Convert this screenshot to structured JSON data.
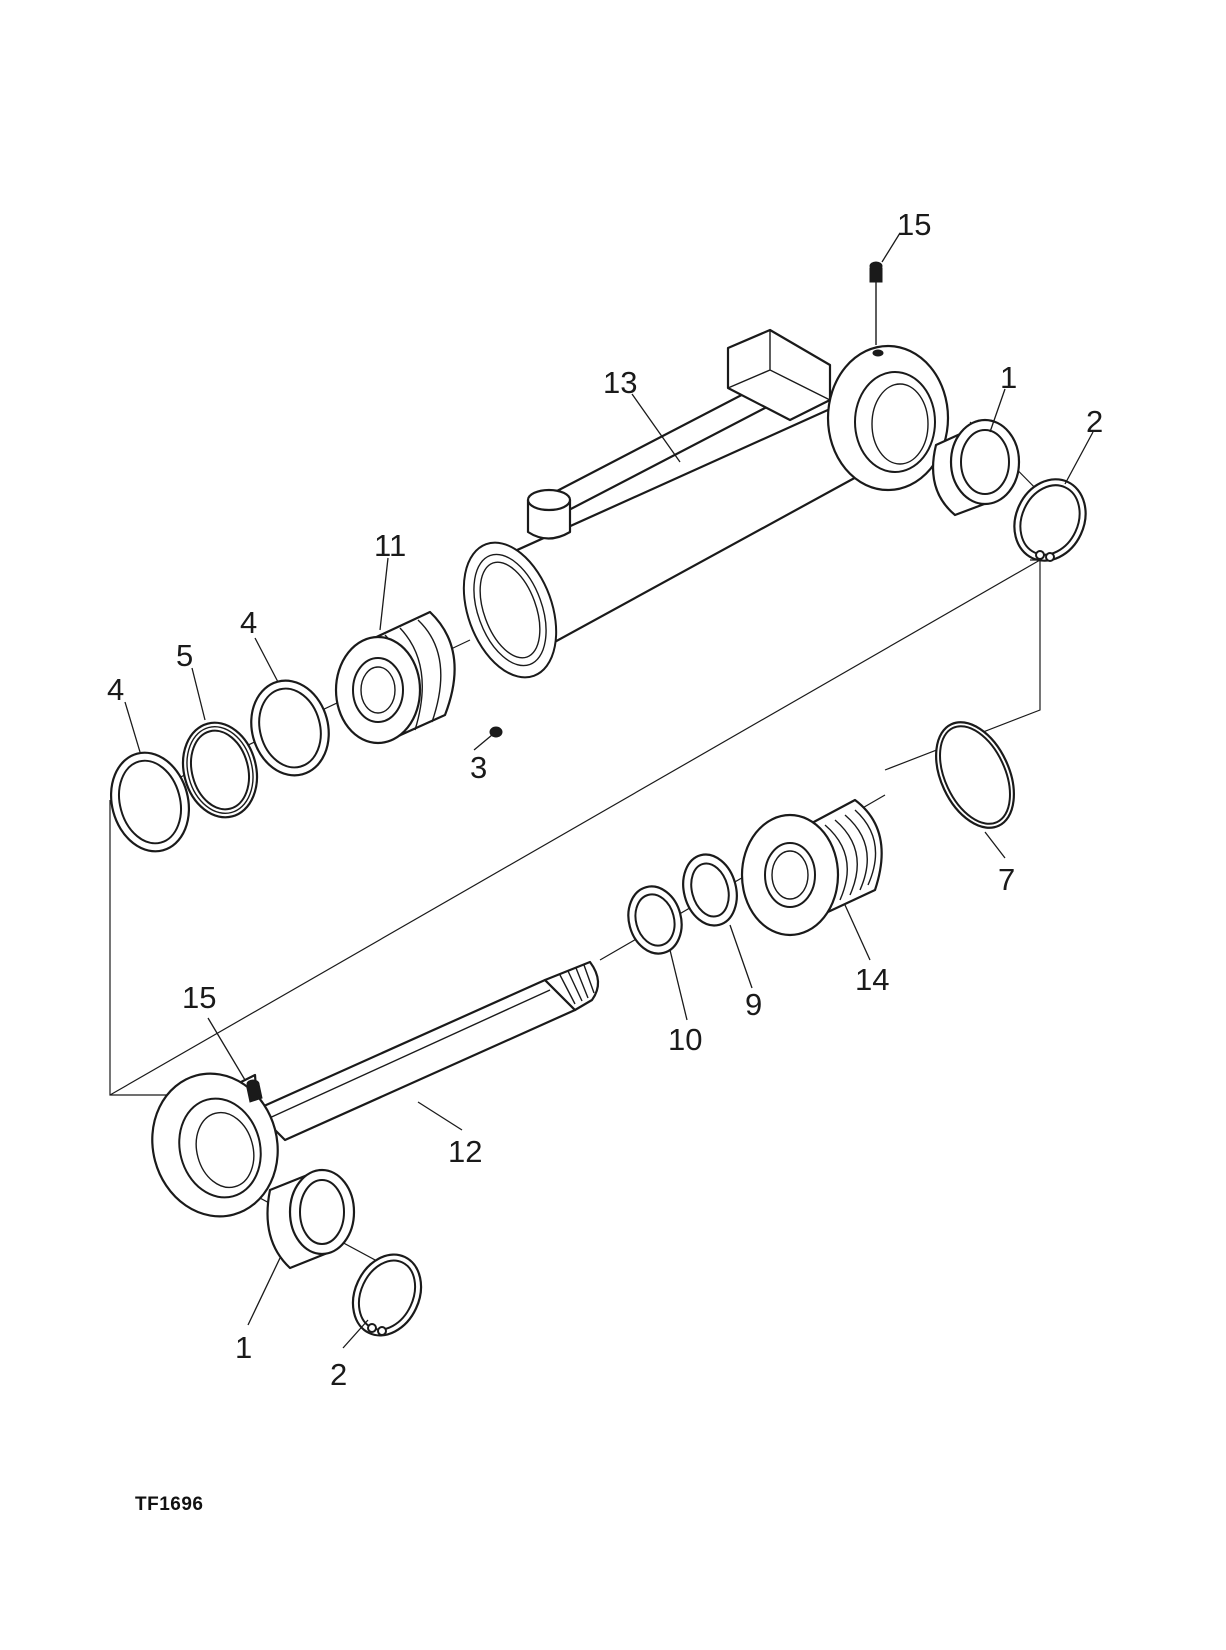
{
  "figure_id": "TF1696",
  "callouts": {
    "c15_top": "15",
    "c13": "13",
    "c1_top": "1",
    "c2_top": "2",
    "c11": "11",
    "c4_mid": "4",
    "c5": "5",
    "c4_left": "4",
    "c3": "3",
    "c7": "7",
    "c14": "14",
    "c9": "9",
    "c10": "10",
    "c15_bottom": "15",
    "c12": "12",
    "c1_bottom": "1",
    "c2_bottom": "2"
  }
}
